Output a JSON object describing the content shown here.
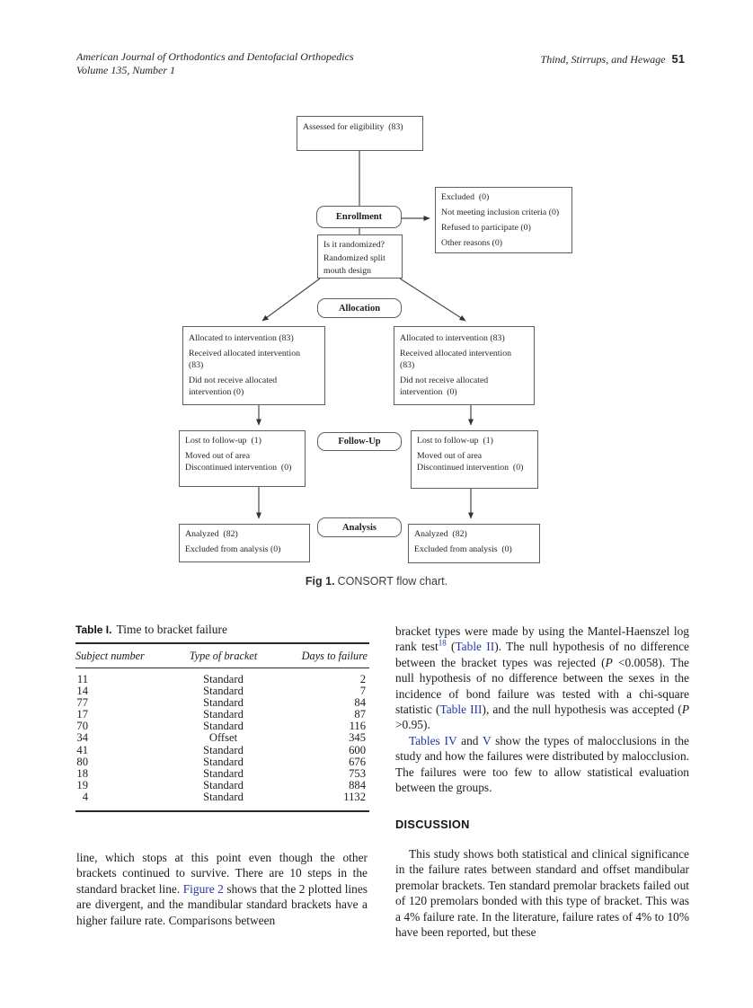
{
  "colors": {
    "link_blue": "#2535a8",
    "text": "#1c1c1c"
  },
  "header": {
    "journal_line1": "American Journal of Orthodontics and Dentofacial Orthopedics",
    "journal_line2": "Volume 135, Number 1",
    "authors": "Thind, Stirrups, and Hewage",
    "page_number": "51"
  },
  "figure": {
    "caption": {
      "label": "Fig 1.",
      "text": "CONSORT flow chart."
    },
    "assessed": [
      "Assessed for eligibility  (83)"
    ],
    "enrollment_label": "Enrollment",
    "excluded": [
      "Excluded  (0)",
      "Not meeting inclusion criteria (0)",
      "Refused to participate (0)",
      "Other reasons (0)"
    ],
    "randomized": [
      "Is it randomized?\nRandomized split\nmouth design"
    ],
    "allocation_label": "Allocation",
    "allocated_left": [
      "Allocated to intervention (83)",
      "Received allocated intervention\n(83)",
      "Did not receive allocated\nintervention (0)"
    ],
    "allocated_right": [
      "Allocated to intervention (83)",
      "Received allocated intervention\n(83)",
      "Did not receive allocated\nintervention  (0)"
    ],
    "followup_label": "Follow-Up",
    "lost_left": [
      "Lost to follow-up  (1)",
      "Moved out of area\nDiscontinued intervention  (0)"
    ],
    "lost_right": [
      "Lost to follow-up  (1)",
      "Moved out of area\nDiscontinued intervention  (0)"
    ],
    "analysis_label": "Analysis",
    "analyzed_left": [
      "Analyzed  (82)",
      "Excluded from analysis (0)"
    ],
    "analyzed_right": [
      "Analyzed  (82)",
      "Excluded from analysis  (0)"
    ]
  },
  "table": {
    "label": "Table I.",
    "title": "Time to bracket failure",
    "columns": [
      "Subject number",
      "Type of bracket",
      "Days to failure"
    ],
    "rows": [
      [
        "11",
        "Standard",
        "2"
      ],
      [
        "14",
        "Standard",
        "7"
      ],
      [
        "77",
        "Standard",
        "84"
      ],
      [
        "17",
        "Standard",
        "87"
      ],
      [
        "70",
        "Standard",
        "116"
      ],
      [
        "34",
        "Offset",
        "345"
      ],
      [
        "41",
        "Standard",
        "600"
      ],
      [
        "80",
        "Standard",
        "676"
      ],
      [
        "18",
        "Standard",
        "753"
      ],
      [
        "19",
        "Standard",
        "884"
      ],
      [
        "4",
        "Standard",
        "1132"
      ]
    ]
  },
  "left_column": {
    "p1": [
      "line, which stops at this point even though the other brackets continued to survive. There are 10 steps in the standard bracket line. ",
      {
        "t": "Figure 2",
        "c": "link"
      },
      " shows that the 2 plotted lines are divergent, and the mandibular standard brackets have a higher failure rate. Comparisons between"
    ]
  },
  "right_column": {
    "p1": [
      "bracket types were made by using the Mantel-Haenszel log rank test",
      {
        "t": "18",
        "c": "sup"
      },
      " (",
      {
        "t": "Table II",
        "c": "link"
      },
      "). The null hypothesis of no difference between the bracket types was rejected (",
      {
        "t": "P",
        "c": "it"
      },
      " <0.0058). The null hypothesis of no difference between the sexes in the incidence of bond failure was tested with a chi-square statistic (",
      {
        "t": "Table III",
        "c": "link"
      },
      "), and the null hypothesis was accepted (",
      {
        "t": "P",
        "c": "it"
      },
      " >0.95)."
    ],
    "p2": [
      {
        "t": "Tables IV",
        "c": "link"
      },
      " and ",
      {
        "t": "V",
        "c": "link"
      },
      " show the types of malocclusions in the study and how the failures were distributed by malocclusion. The failures were too few to allow statistical evaluation between the groups."
    ],
    "discussion_heading": "DISCUSSION",
    "p3": [
      "This study shows both statistical and clinical significance in the failure rates between standard and offset mandibular premolar brackets. Ten standard premolar brackets failed out of 120 premolars bonded with this type of bracket. This was a 4% failure rate. In the literature, failure rates of 4% to 10% have been reported, but these"
    ]
  }
}
